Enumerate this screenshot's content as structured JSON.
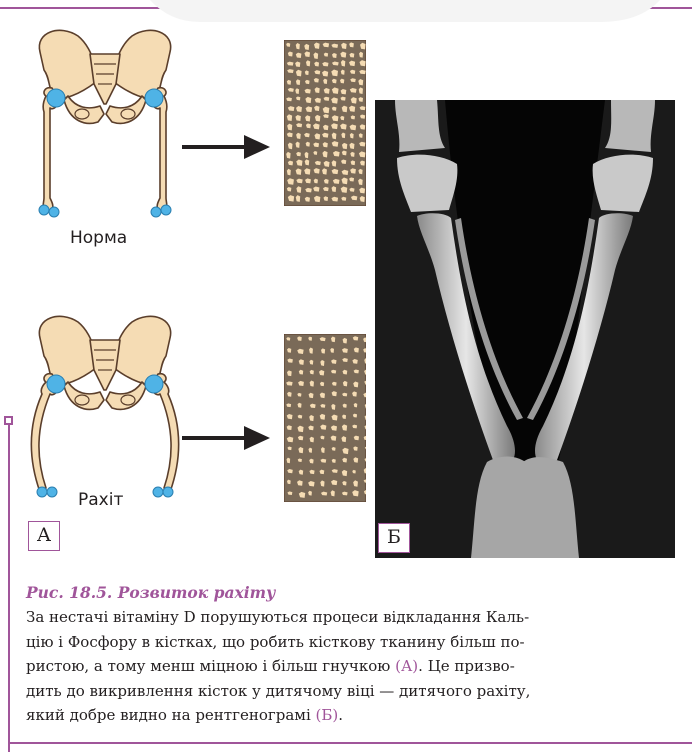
{
  "panel_a": {
    "label_norm": "Норма",
    "label_rickets": "Рахіт",
    "letter": "А"
  },
  "panel_b": {
    "letter": "Б"
  },
  "caption": {
    "title": "Рис. 18.5. Розвиток рахіту",
    "lines": [
      {
        "pre": "За нестачі вітаміну D порушуються процеси відкладання Каль-",
        "ref": "",
        "post": ""
      },
      {
        "pre": "цію і Фосфору в кістках, що робить кісткову тканину більш по-",
        "ref": "",
        "post": ""
      },
      {
        "pre": "ристою, а тому менш міцною і більш гнучкою ",
        "ref": "(А)",
        "post": ". Це призво-"
      },
      {
        "pre": "дить до викривлення кісток у дитячому віці — дитячого рахіту,",
        "ref": "",
        "post": ""
      },
      {
        "pre": "який добре видно на рентгенограмі ",
        "ref": "(Б)",
        "post": "."
      }
    ]
  },
  "colors": {
    "accent": "#a0559a",
    "bone": "#f5dcb4",
    "bone_outline": "#5a3e2b",
    "joint": "#4fb3e6",
    "porous_fill": "#7a6a58"
  }
}
